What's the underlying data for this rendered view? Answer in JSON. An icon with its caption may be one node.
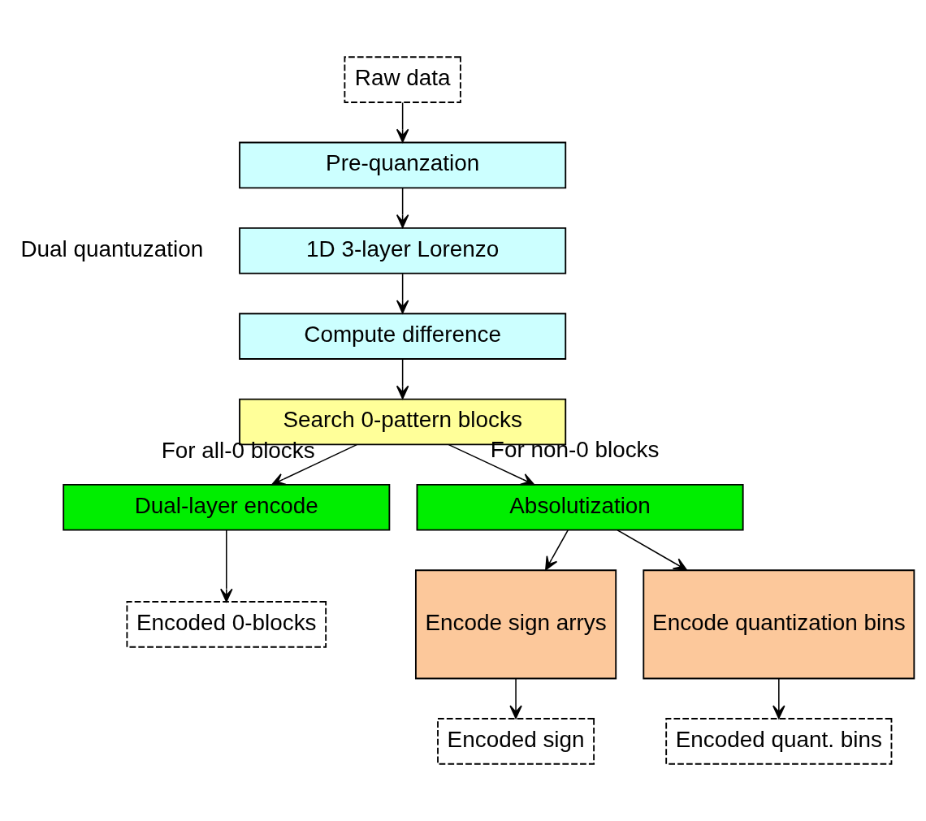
{
  "diagram": {
    "nodes": [
      {
        "text": [
          "Raw data"
        ]
      },
      {
        "text": [
          "Pre-quanzation"
        ]
      },
      {
        "text": [
          "1D 3-layer Lorenzo"
        ]
      },
      {
        "text": [
          "Compute difference"
        ]
      },
      {
        "text": [
          "Search 0-pattern blocks"
        ]
      },
      {
        "text": [
          "Dual-layer encode"
        ]
      },
      {
        "text": [
          "Absolutization"
        ]
      },
      {
        "text": [
          "Encode sign arrys"
        ]
      },
      {
        "text": [
          "Encode quantization bins"
        ]
      },
      {
        "text": [
          "Encoded 0-blocks"
        ]
      },
      {
        "text": [
          "Encoded sign"
        ]
      },
      {
        "text": [
          "Encoded quant. bins"
        ]
      }
    ],
    "edges": [
      {
        "from": 0,
        "to": 1,
        "arrow": "to"
      },
      {
        "from": 1,
        "to": 2,
        "arrow": "to"
      },
      {
        "from": 2,
        "to": 3,
        "arrow": "to"
      },
      {
        "from": 3,
        "to": 4,
        "arrow": "to"
      },
      {
        "from": 4,
        "to": 5,
        "arrow": "to",
        "label": "For all-0 blocks"
      },
      {
        "from": 4,
        "to": 6,
        "arrow": "to",
        "label": "For non-0 blocks"
      },
      {
        "from": 6,
        "to": 7,
        "arrow": "to"
      },
      {
        "from": 6,
        "to": 8,
        "arrow": "to"
      },
      {
        "from": 5,
        "to": 9,
        "arrow": "to"
      },
      {
        "from": 7,
        "to": 10,
        "arrow": "to"
      },
      {
        "from": 8,
        "to": 11,
        "arrow": "to"
      }
    ],
    "labels": [
      "Dual quantuzation"
    ]
  }
}
